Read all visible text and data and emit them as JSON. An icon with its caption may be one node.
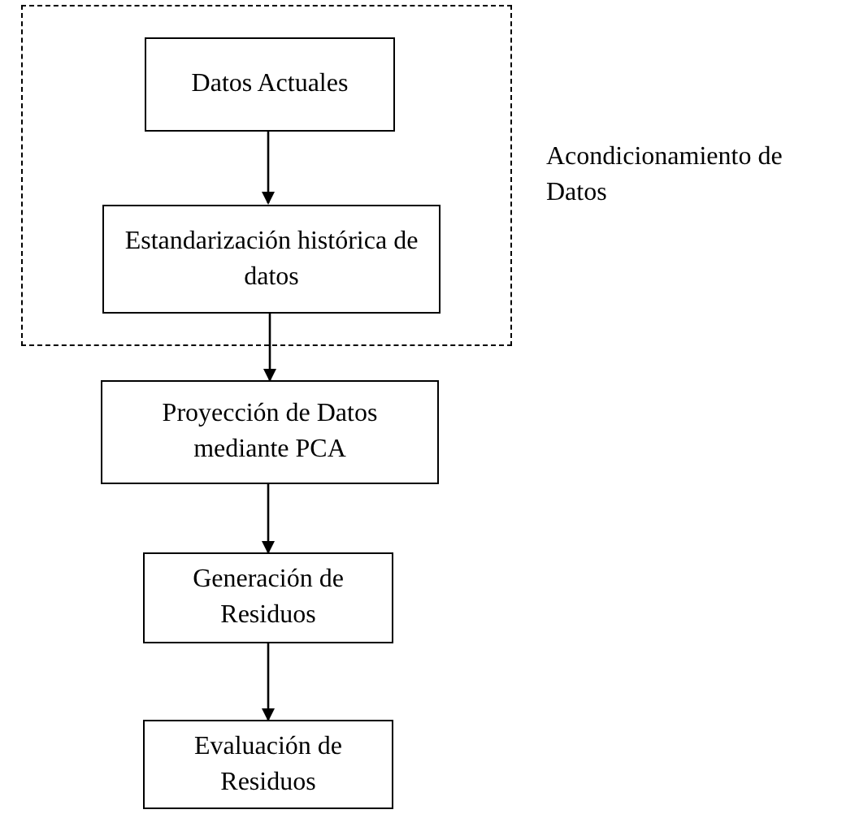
{
  "diagram": {
    "nodes": [
      {
        "text": [],
        "shape": "box",
        "beside": [
          "Acondicionamiento de Datos"
        ]
      },
      {
        "text": [
          "Datos Actuales"
        ],
        "in": 0
      },
      {
        "text": [
          "Estandarización histórica de datos"
        ],
        "in": 0
      },
      {
        "text": [
          "Proyección de Datos mediante PCA"
        ]
      },
      {
        "text": [
          "Generación de Residuos"
        ]
      },
      {
        "text": [
          "Evaluación de Residuos"
        ]
      }
    ],
    "edges": [
      {
        "from": 1,
        "to": 2,
        "arrow": "to"
      },
      {
        "from": 2,
        "to": 3,
        "arrow": "to"
      },
      {
        "from": 3,
        "to": 4,
        "arrow": "to"
      },
      {
        "from": 4,
        "to": 5,
        "arrow": "to"
      }
    ]
  }
}
